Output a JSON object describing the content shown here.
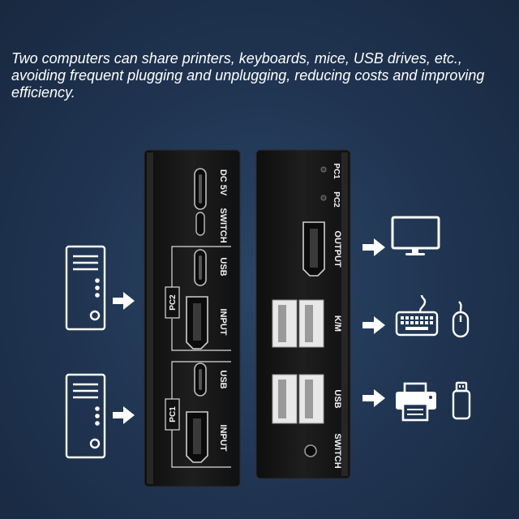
{
  "headline": "Two computers can share printers, keyboards, mice, USB drives, etc., avoiding frequent plugging and unplugging, reducing costs and improving efficiency.",
  "panel_left": {
    "dc_label": "DC 5V",
    "switch_label": "SWITCH",
    "usb_label_top": "USB",
    "pc2_label": "PC2",
    "input_label_top": "INPUT",
    "usb_label_bottom": "USB",
    "pc1_label": "PC1",
    "input_label_bottom": "INPUT"
  },
  "panel_right": {
    "pc1_led_label": "PC1",
    "pc2_led_label": "PC2",
    "output_label": "OUTPUT",
    "km_label": "K/M",
    "usb_label": "USB",
    "switch_label": "SWITCH"
  },
  "icons": [
    "pc-tower-icon",
    "pc-tower-icon",
    "arrow-right-icon",
    "monitor-icon",
    "keyboard-icon",
    "mouse-icon",
    "printer-icon",
    "usb-drive-icon"
  ],
  "colors": {
    "background": "#1f3350",
    "device": "#1a1a1a",
    "outline": "#ffffff"
  }
}
